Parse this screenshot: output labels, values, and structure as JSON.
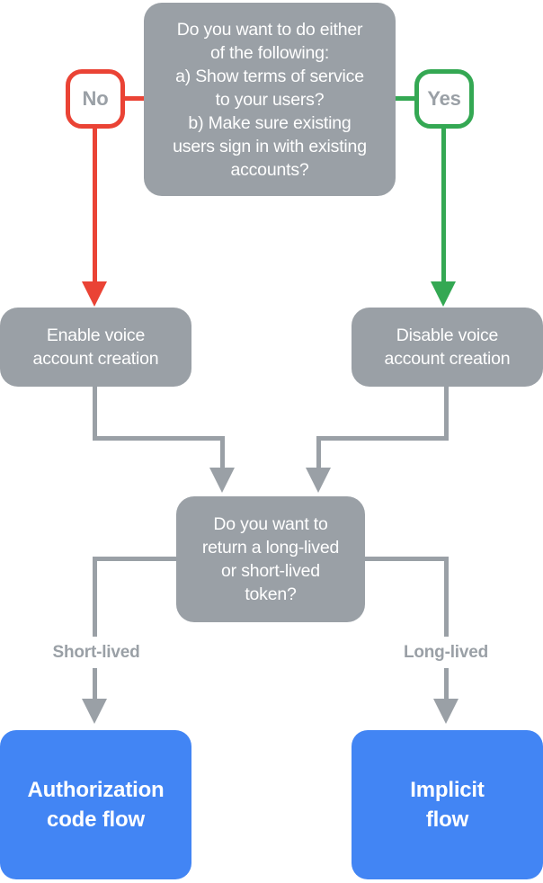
{
  "colors": {
    "gray": "#9AA0A6",
    "red": "#EA4335",
    "green": "#34A853",
    "blue": "#4285F4",
    "white": "#FFFFFF",
    "label_text": "#9AA0A6"
  },
  "flowchart": {
    "question_terms": "Do you want to do either\nof the following:\na) Show terms of service\nto your users?\nb) Make sure existing\nusers sign in with existing\naccounts?",
    "no_label": "No",
    "yes_label": "Yes",
    "enable_voice": "Enable voice\naccount creation",
    "disable_voice": "Disable voice\naccount creation",
    "question_token": "Do you want to\nreturn a long-lived\nor short-lived\ntoken?",
    "short_lived_label": "Short-lived",
    "long_lived_label": "Long-lived",
    "authorization_flow": "Authorization\ncode flow",
    "implicit_flow": "Implicit\nflow"
  }
}
